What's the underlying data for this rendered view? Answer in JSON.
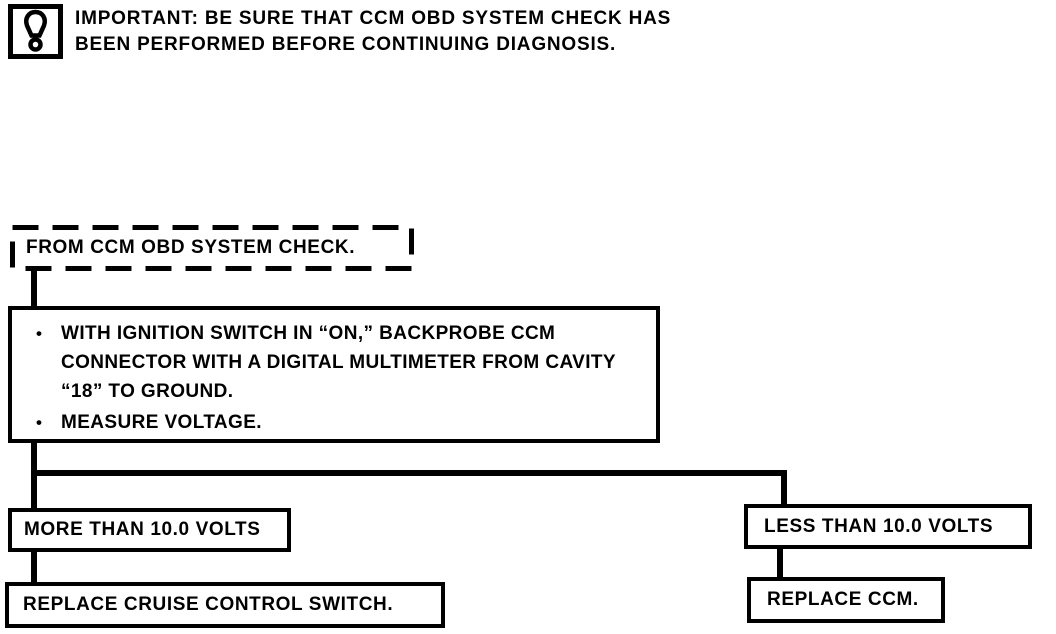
{
  "page": {
    "background_color": "#ffffff",
    "ink_color": "#000000"
  },
  "notice": {
    "icon": "important-exclamation-icon",
    "line1": "IMPORTANT: BE SURE THAT CCM OBD SYSTEM CHECK HAS",
    "line2": "BEEN PERFORMED BEFORE CONTINUING DIAGNOSIS."
  },
  "flowchart": {
    "start": {
      "label": "FROM CCM OBD SYSTEM CHECK."
    },
    "procedure": {
      "bullets": [
        "WITH IGNITION SWITCH IN “ON,” BACKPROBE CCM CONNECTOR WITH A DIGITAL MULTIMETER FROM CAVITY “18” TO GROUND.",
        "MEASURE VOLTAGE."
      ]
    },
    "branches": [
      {
        "condition": "MORE THAN 10.0 VOLTS",
        "action": "REPLACE CRUISE CONTROL SWITCH."
      },
      {
        "condition": "LESS THAN 10.0 VOLTS",
        "action": "REPLACE CCM."
      }
    ]
  }
}
